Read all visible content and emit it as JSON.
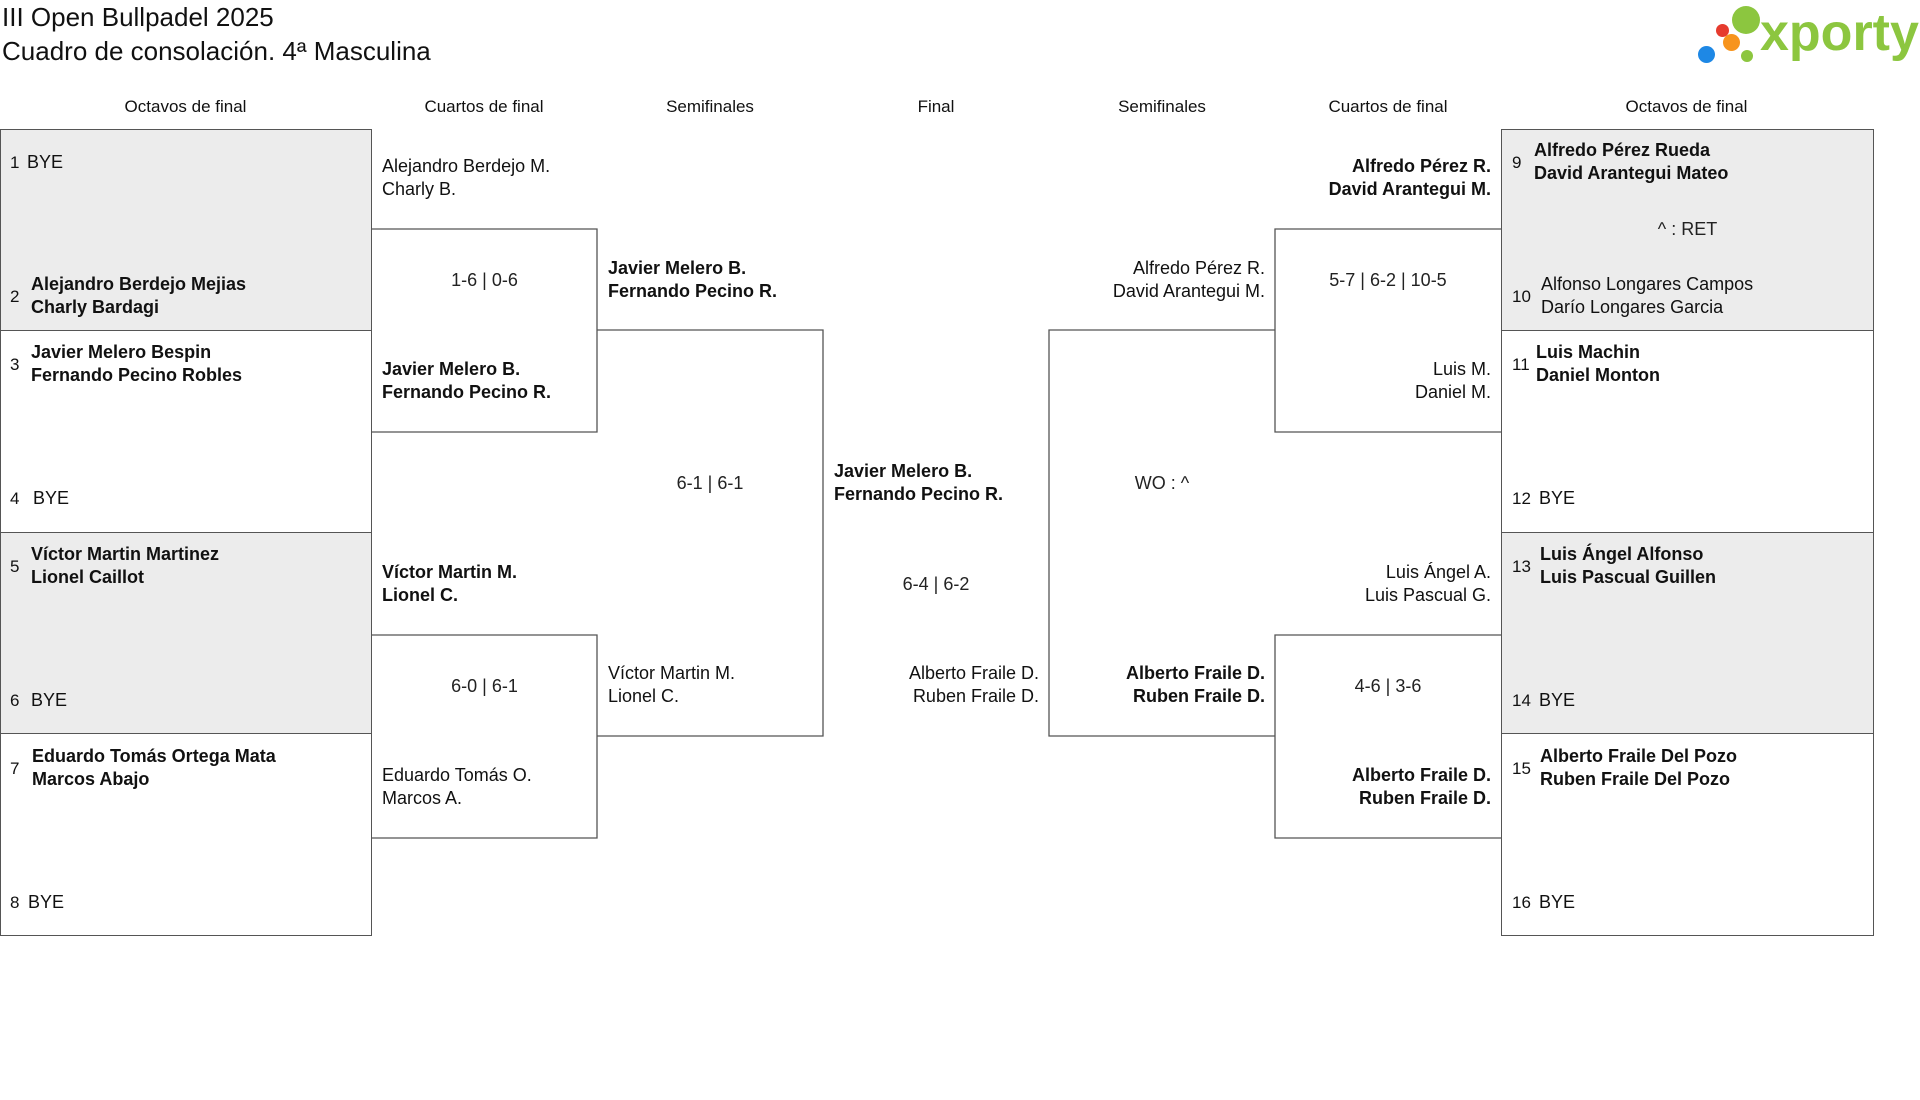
{
  "header": {
    "title": "III Open Bullpadel 2025",
    "subtitle": "Cuadro de consolación. 4ª Masculina",
    "logo_text": "xporty",
    "logo_colors": [
      "#8cc63f",
      "#e63b2e",
      "#f7941d",
      "#1e88e5"
    ]
  },
  "columns": [
    "Octavos de final",
    "Cuartos de final",
    "Semifinales",
    "Final",
    "Semifinales",
    "Cuartos de final",
    "Octavos de final"
  ],
  "left": {
    "r16": [
      {
        "num": "1",
        "p1": "BYE",
        "p2": ""
      },
      {
        "num": "2",
        "p1": "Alejandro Berdejo Mejias",
        "p2": "Charly Bardagi"
      },
      {
        "num": "3",
        "p1": "Javier Melero Bespin",
        "p2": "Fernando Pecino Robles"
      },
      {
        "num": "4",
        "p1": "BYE",
        "p2": ""
      },
      {
        "num": "5",
        "p1": "Víctor Martin Martinez",
        "p2": "Lionel Caillot"
      },
      {
        "num": "6",
        "p1": "BYE",
        "p2": ""
      },
      {
        "num": "7",
        "p1": "Eduardo Tomás Ortega Mata",
        "p2": "Marcos Abajo"
      },
      {
        "num": "8",
        "p1": "BYE",
        "p2": ""
      }
    ],
    "qf": [
      {
        "p1": "Alejandro Berdejo M.",
        "p2": "Charly B."
      },
      {
        "p1": "Javier Melero B.",
        "p2": "Fernando Pecino R."
      },
      {
        "p1": "Víctor Martin M.",
        "p2": "Lionel C."
      },
      {
        "p1": "Eduardo Tomás O.",
        "p2": "Marcos A."
      }
    ],
    "qf_scores": [
      "1-6 | 0-6",
      "6-0 | 6-1"
    ],
    "sf": [
      {
        "p1": "Javier Melero B.",
        "p2": "Fernando Pecino R."
      },
      {
        "p1": "Víctor Martin M.",
        "p2": "Lionel C."
      }
    ],
    "sf_score": "6-1 | 6-1"
  },
  "final": {
    "winner": {
      "p1": "Javier Melero B.",
      "p2": "Fernando Pecino R."
    },
    "score": "6-4 | 6-2",
    "right_finalist": {
      "p1": "Alberto Fraile D.",
      "p2": "Ruben Fraile D."
    }
  },
  "right": {
    "r16": [
      {
        "num": "9",
        "p1": "Alfredo Pérez Rueda",
        "p2": "David Arantegui Mateo"
      },
      {
        "num": "10",
        "p1": "Alfonso Longares Campos",
        "p2": "Darío Longares Garcia"
      },
      {
        "num": "11",
        "p1": "Luis Machin",
        "p2": "Daniel Monton"
      },
      {
        "num": "12",
        "p1": "BYE",
        "p2": ""
      },
      {
        "num": "13",
        "p1": "Luis Ángel Alfonso",
        "p2": "Luis Pascual Guillen"
      },
      {
        "num": "14",
        "p1": "BYE",
        "p2": ""
      },
      {
        "num": "15",
        "p1": "Alberto Fraile Del Pozo",
        "p2": "Ruben Fraile Del Pozo"
      },
      {
        "num": "16",
        "p1": "BYE",
        "p2": ""
      }
    ],
    "r16_score_9_10": "^ : RET",
    "qf": [
      {
        "p1": "Alfredo Pérez R.",
        "p2": "David Arantegui M."
      },
      {
        "p1": "Luis M.",
        "p2": "Daniel M."
      },
      {
        "p1": "Luis Ángel A.",
        "p2": "Luis Pascual G."
      },
      {
        "p1": "Alberto Fraile D.",
        "p2": "Ruben Fraile D."
      }
    ],
    "qf_scores": [
      "5-7 | 6-2 | 10-5",
      "4-6 | 3-6"
    ],
    "sf": [
      {
        "p1": "Alfredo Pérez R.",
        "p2": "David Arantegui M."
      },
      {
        "p1": "Alberto Fraile D.",
        "p2": "Ruben Fraile D."
      }
    ],
    "sf_score": "WO : ^"
  }
}
